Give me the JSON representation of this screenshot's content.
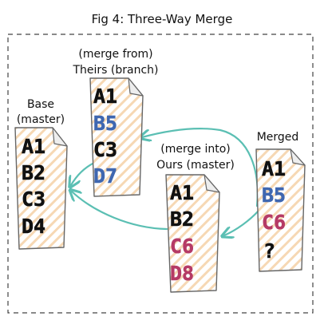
{
  "title": "Fig 4: Three-Way Merge",
  "colors": {
    "black": "#111111",
    "blue": "#3f67b0",
    "red": "#b53a66",
    "teal": "#5bbfb3",
    "stripe": "#f6d8b4"
  },
  "documents": {
    "base": {
      "label_lines": [
        "Base",
        "(master)"
      ],
      "lines": [
        {
          "text": "A1",
          "color": "black"
        },
        {
          "text": "B2",
          "color": "black"
        },
        {
          "text": "C3",
          "color": "black"
        },
        {
          "text": "D4",
          "color": "black"
        }
      ]
    },
    "theirs": {
      "label_lines": [
        "(merge from)",
        "Theirs (branch)"
      ],
      "lines": [
        {
          "text": "A1",
          "color": "black"
        },
        {
          "text": "B5",
          "color": "blue"
        },
        {
          "text": "C3",
          "color": "black"
        },
        {
          "text": "D7",
          "color": "blue"
        }
      ]
    },
    "ours": {
      "label_lines": [
        "(merge into)",
        "Ours (master)"
      ],
      "lines": [
        {
          "text": "A1",
          "color": "black"
        },
        {
          "text": "B2",
          "color": "black"
        },
        {
          "text": "C6",
          "color": "red"
        },
        {
          "text": "D8",
          "color": "red"
        }
      ]
    },
    "merged": {
      "label_lines": [
        "Merged"
      ],
      "lines": [
        {
          "text": "A1",
          "color": "black"
        },
        {
          "text": "B5",
          "color": "blue"
        },
        {
          "text": "C6",
          "color": "red"
        },
        {
          "text": "?",
          "color": "black"
        }
      ]
    }
  }
}
